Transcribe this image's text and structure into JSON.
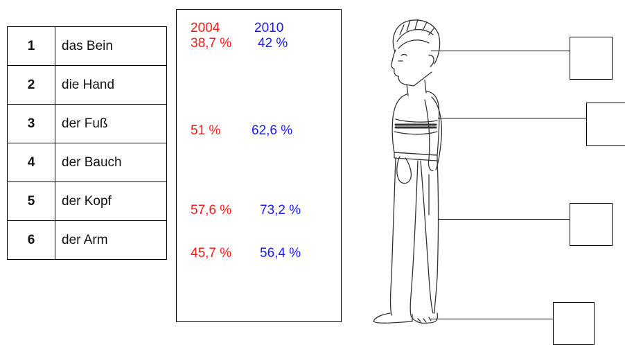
{
  "vocabulary": [
    {
      "number": "1",
      "word": "das Bein"
    },
    {
      "number": "2",
      "word": "die Hand"
    },
    {
      "number": "3",
      "word": "der Fuß"
    },
    {
      "number": "4",
      "word": "der Bauch"
    },
    {
      "number": "5",
      "word": "der Kopf"
    },
    {
      "number": "6",
      "word": "der Arm"
    }
  ],
  "statistics": {
    "year_a": "2004",
    "year_b": "2010",
    "rows": [
      {
        "a": "38,7 %",
        "b": "42 %"
      },
      {
        "a": "51 %",
        "b": "62,6 %"
      },
      {
        "a": "57,6 %",
        "b": "73,2 %"
      },
      {
        "a": "45,7 %",
        "b": "56,4 %"
      }
    ]
  },
  "colors": {
    "year_a": "#ff1a1a",
    "year_b": "#1a1aff",
    "line": "#000000"
  },
  "figure": {
    "icon": "standing-man-sketch",
    "answer_boxes": [
      "",
      "",
      "",
      ""
    ]
  }
}
